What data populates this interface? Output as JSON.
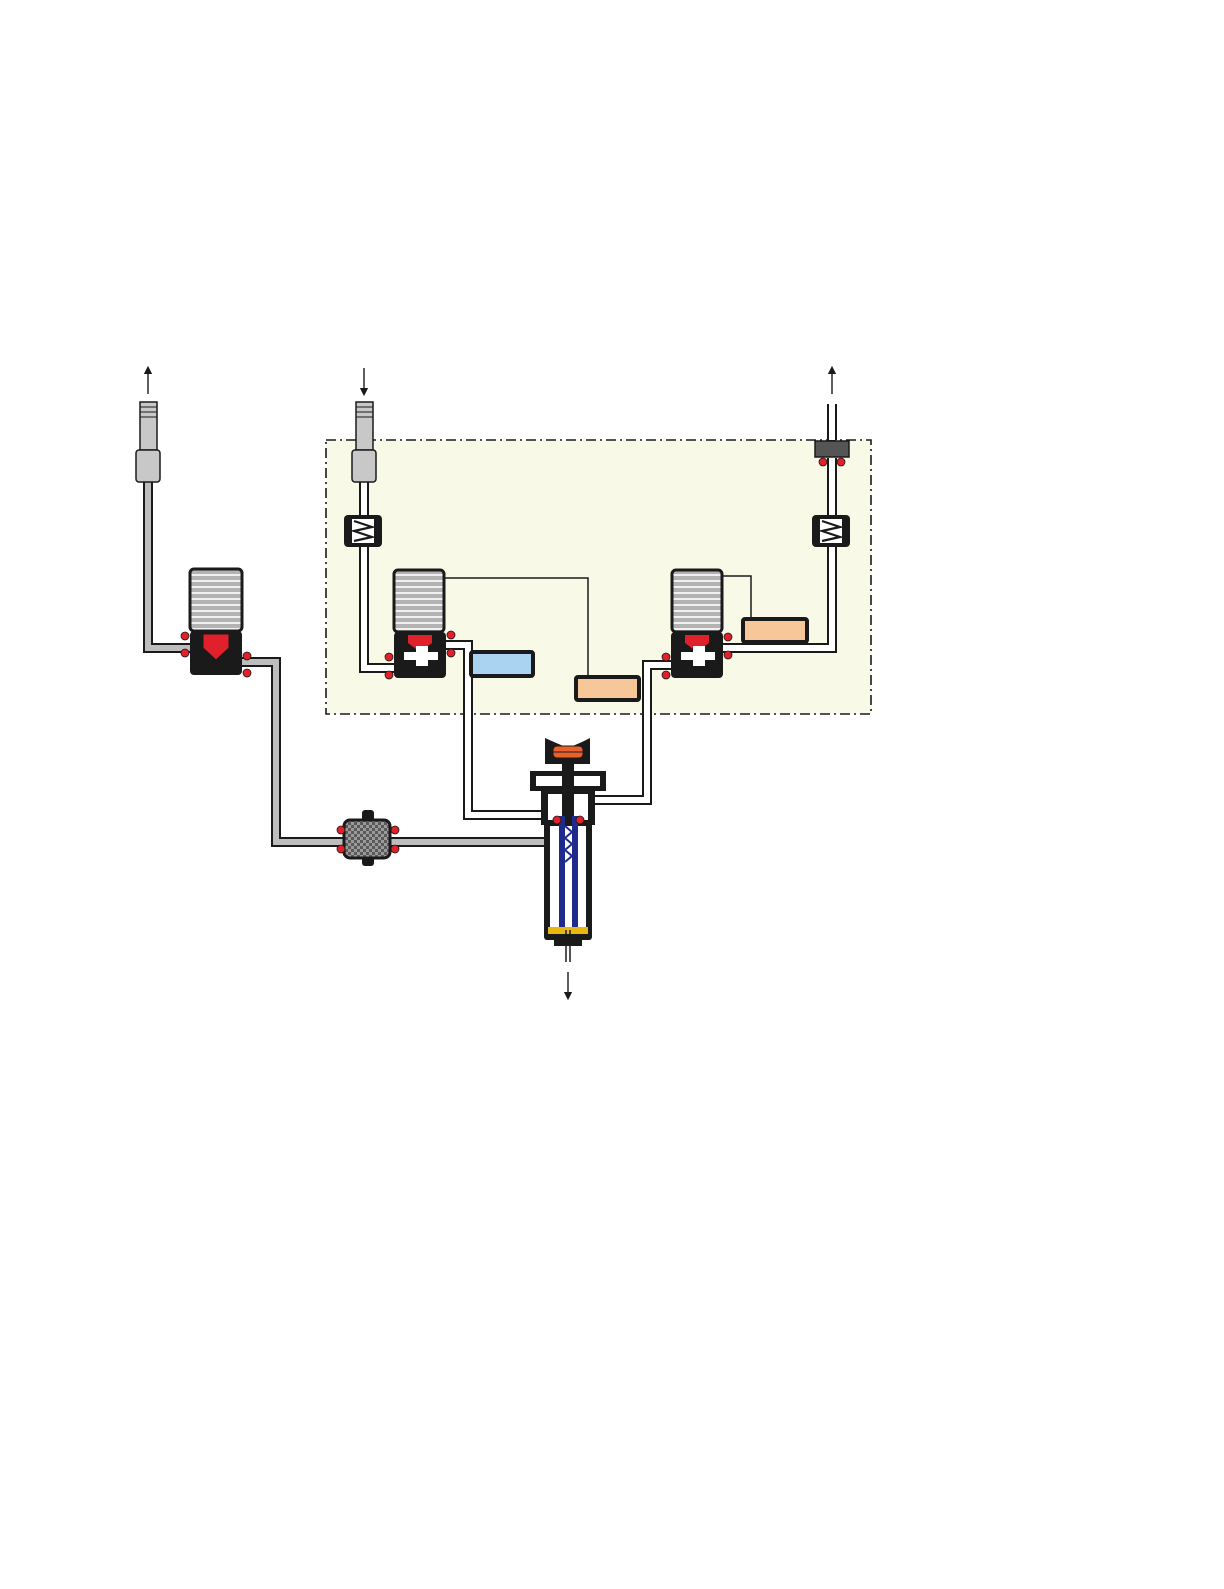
{
  "diagram": {
    "flow_arrows": [
      {
        "id": "inlet-left",
        "direction": "up"
      },
      {
        "id": "inlet-middle",
        "direction": "down"
      },
      {
        "id": "outlet-right",
        "direction": "up"
      },
      {
        "id": "outlet-bottom",
        "direction": "down"
      }
    ],
    "colors": {
      "background": "#ffffff",
      "panel": "#f9f9e8",
      "tube_gray": "#bdbdbd",
      "tube_white": "#ffffff",
      "body_black": "#1a1a1a",
      "coil_gray": "#a8a8a8",
      "seal_red": "#e0202a",
      "sensor_blue": "#a9d3f0",
      "sensor_orange": "#f7c699",
      "plunger_blue": "#1e2a8c",
      "cap_orange": "#e9602b",
      "gold": "#e8b810"
    },
    "icons": [
      "fitting-icon",
      "solenoid-valve-icon",
      "check-valve-icon",
      "filter-icon",
      "sensor-block-icon",
      "injector-icon",
      "flow-arrow-icon"
    ]
  }
}
